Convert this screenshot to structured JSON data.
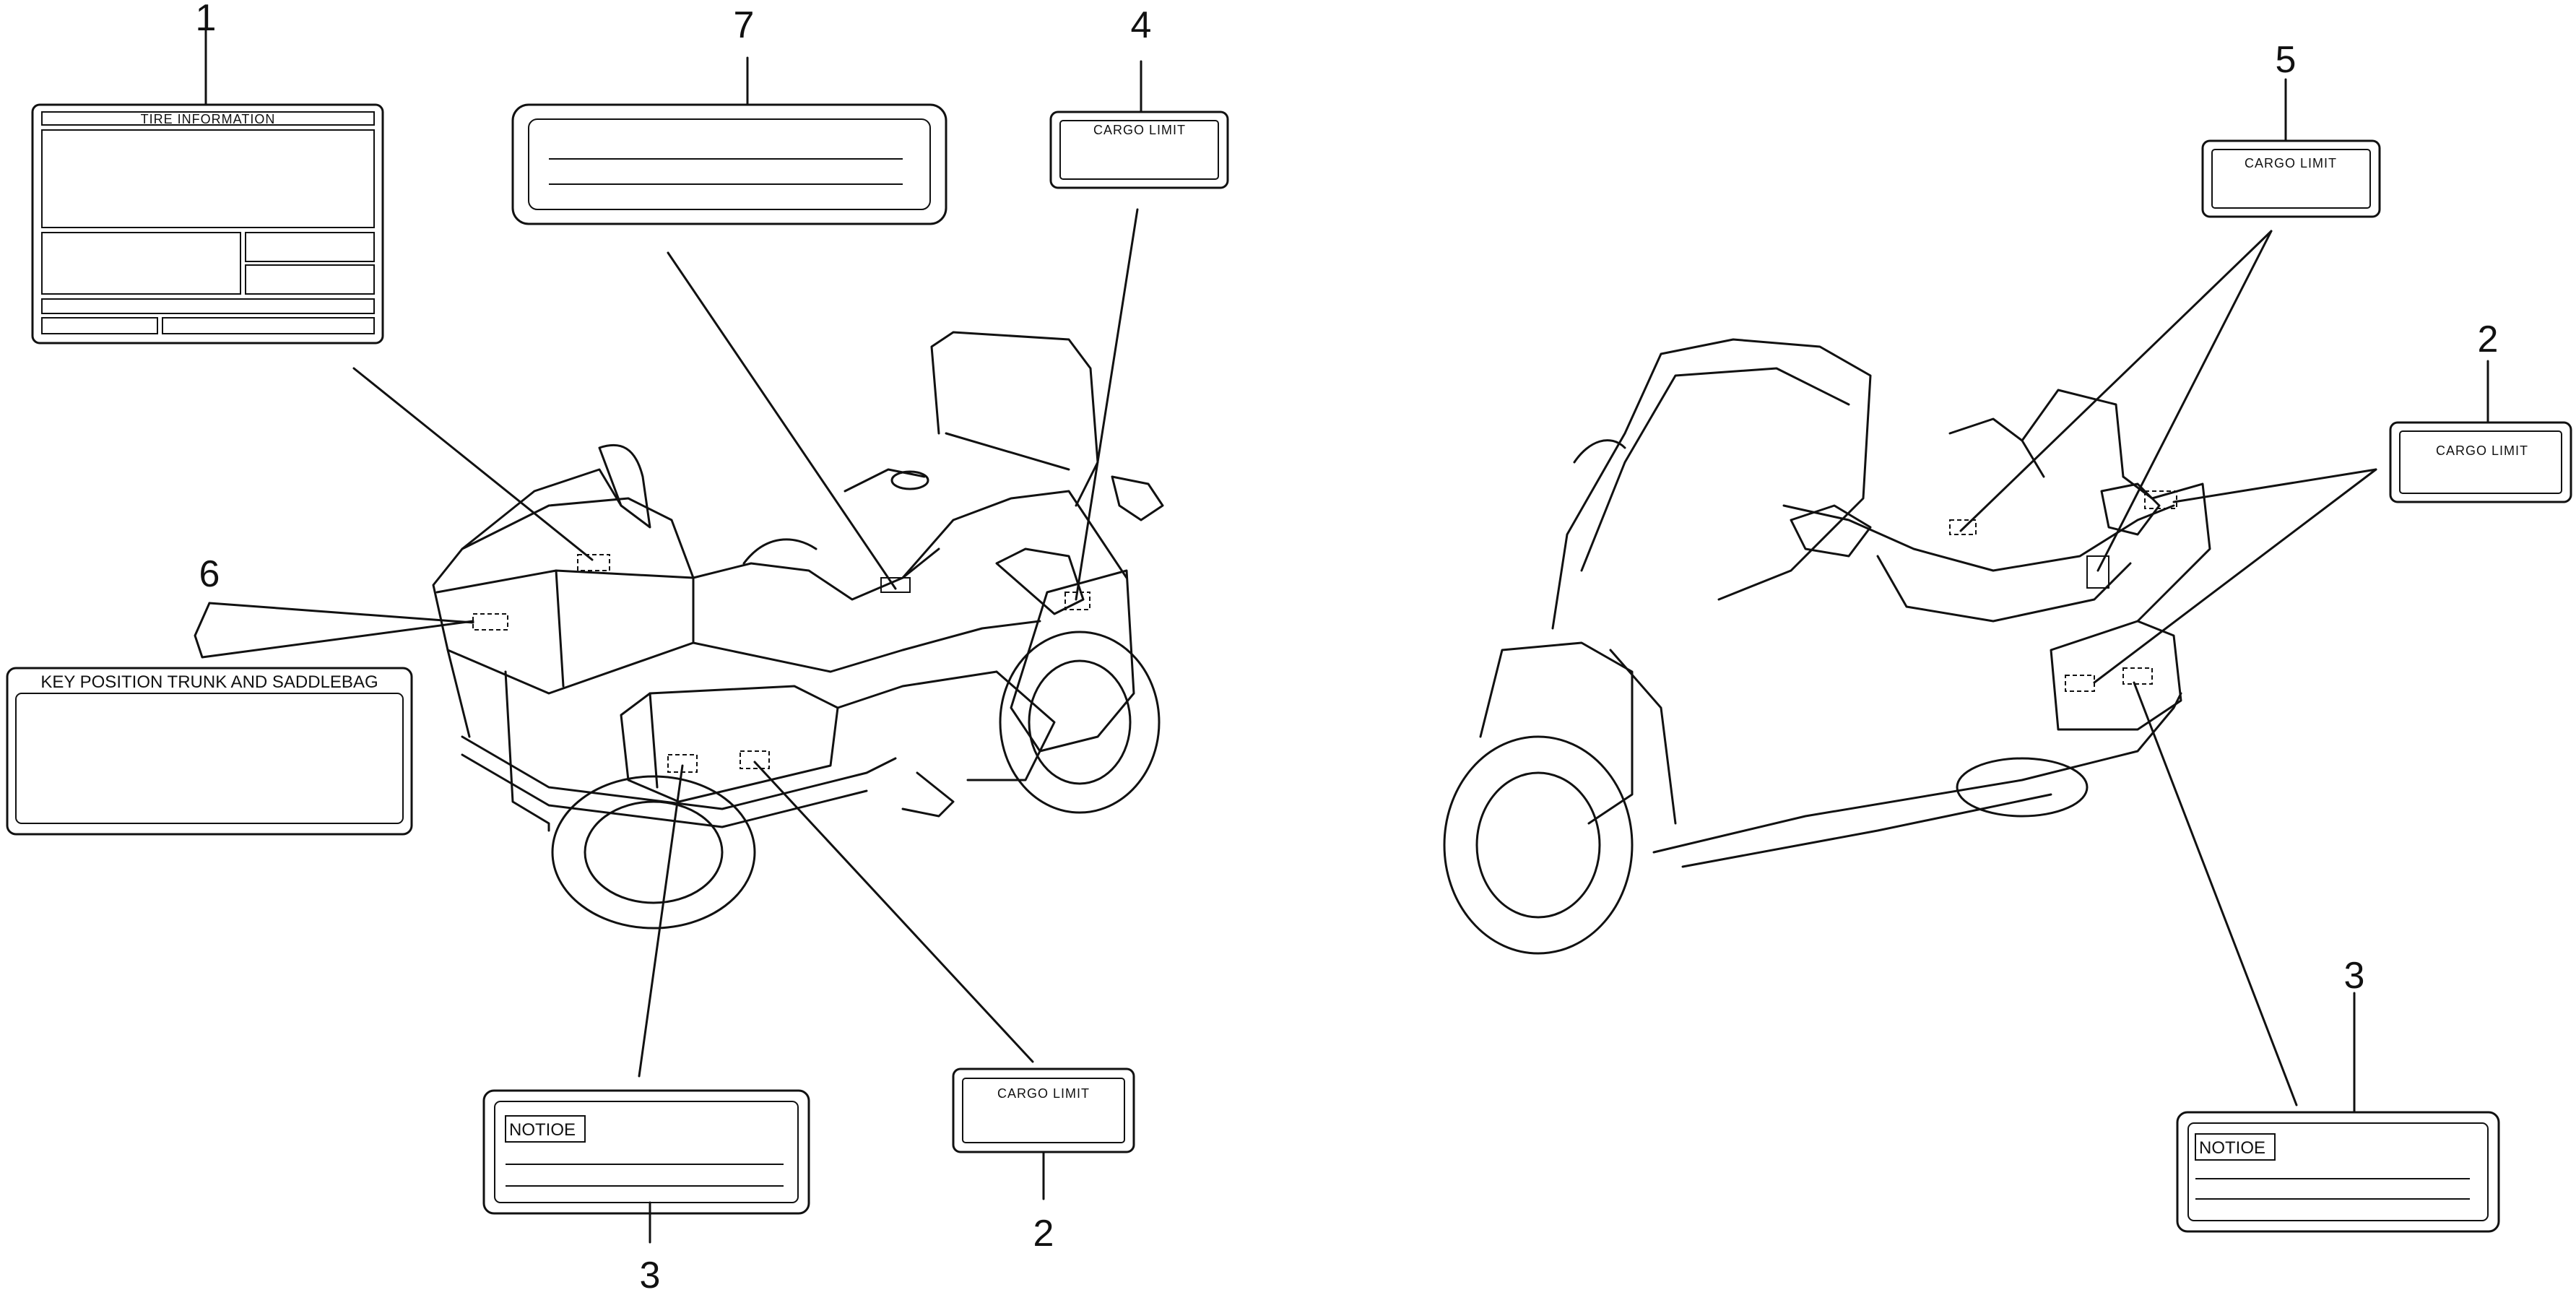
{
  "callouts": {
    "n1": "1",
    "n2a": "2",
    "n2b": "2",
    "n3a": "3",
    "n3b": "3",
    "n4": "4",
    "n5": "5",
    "n6": "6",
    "n7": "7"
  },
  "labels": {
    "tire": "TIRE INFORMATION",
    "cargo4": "CARGO LIMIT",
    "cargo5": "CARGO LIMIT",
    "cargo2a": "CARGO LIMIT",
    "cargo2b": "CARGO LIMIT",
    "key": "KEY POSITION  TRUNK AND SADDLEBAG",
    "notice_a": "NOTIOE",
    "notice_b": "NOTIOE"
  }
}
